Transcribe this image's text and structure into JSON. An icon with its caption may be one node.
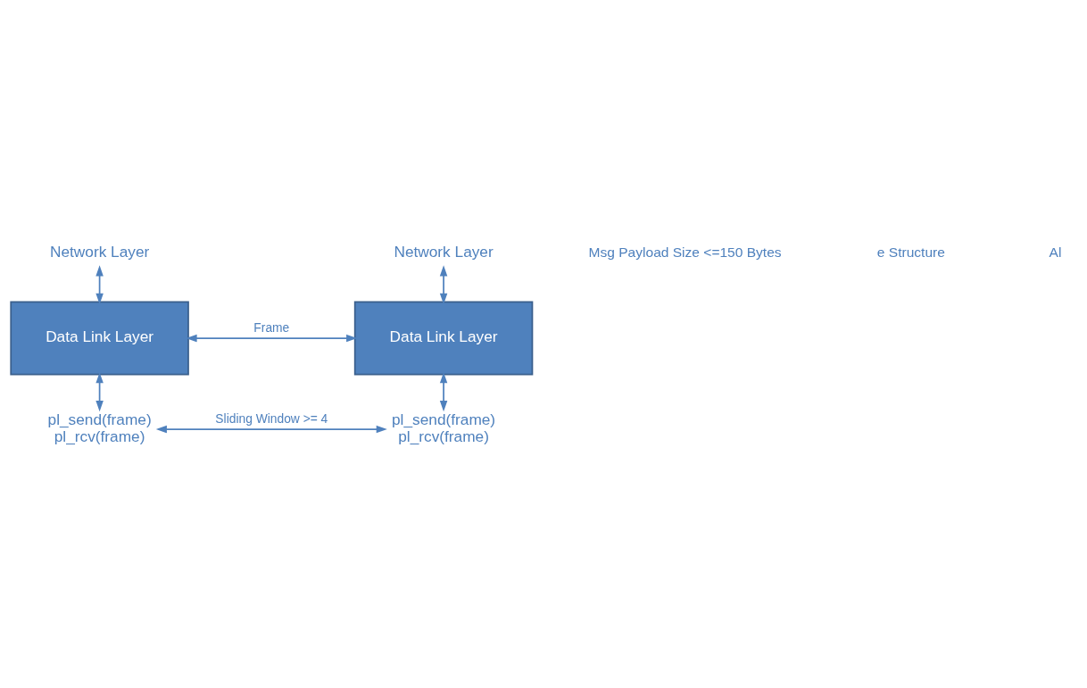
{
  "diagram": {
    "nodes": [
      {
        "text": [
          "Network Layer"
        ]
      },
      {
        "text": [
          "Data Link Layer"
        ]
      },
      {
        "text": [
          "pl_send(frame)",
          "pl_rcv(frame)"
        ]
      },
      {
        "text": [
          "Network Layer"
        ]
      },
      {
        "text": [
          "Data Link Layer"
        ]
      },
      {
        "text": [
          "pl_send(frame)",
          "pl_rcv(frame)"
        ]
      }
    ],
    "edges": [
      {
        "from": 0,
        "to": 1,
        "arrow": "both"
      },
      {
        "from": 1,
        "to": 2,
        "arrow": "both"
      },
      {
        "from": 3,
        "to": 4,
        "arrow": "both"
      },
      {
        "from": 4,
        "to": 5,
        "arrow": "both"
      },
      {
        "from": 1,
        "to": 4,
        "arrow": "both",
        "label": "Frame"
      },
      {
        "from": 2,
        "to": 5,
        "arrow": "both",
        "label": "Sliding Window >= 4"
      }
    ],
    "labels": [
      "Msg Payload Size <=150 Bytes",
      "e Structure",
      "Al"
    ]
  }
}
